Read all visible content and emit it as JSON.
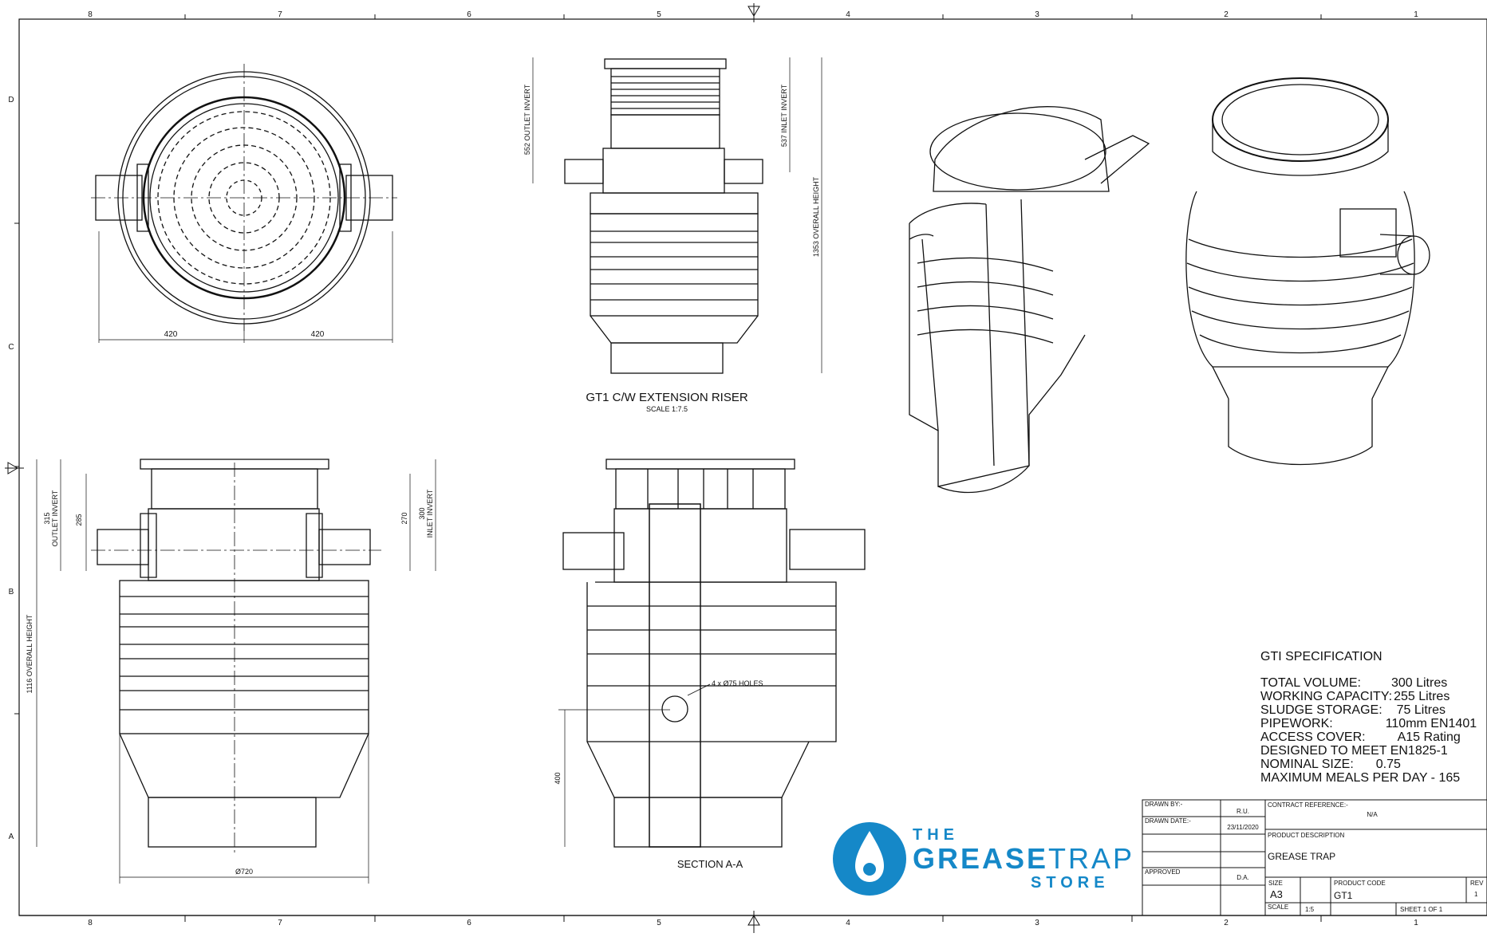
{
  "border": {
    "columns": [
      "8",
      "7",
      "6",
      "5",
      "4",
      "3",
      "2",
      "1"
    ],
    "rows": [
      "D",
      "C",
      "B",
      "A"
    ]
  },
  "top_view": {
    "dim_left": "420",
    "dim_right": "420"
  },
  "riser_view": {
    "dim_outlet": "552 OUTLET INVERT",
    "dim_inlet": "537 INLET INVERT",
    "dim_overall": "1353 OVERALL HEIGHT",
    "title": "GT1 C/W EXTENSION RISER",
    "scale": "SCALE 1:7.5"
  },
  "side_view": {
    "dim_outlet_value": "315",
    "dim_outlet_label": "OUTLET INVERT",
    "dim_285": "285",
    "dim_270": "270",
    "dim_inlet_value": "300",
    "dim_inlet_label": "INLET INVERT",
    "dim_overall": "1116 OVERALL HEIGHT",
    "dim_dia": "Ø720"
  },
  "section_view": {
    "holes_note": "4 x Ø75 HOLES",
    "dim_400": "400",
    "title": "SECTION A-A"
  },
  "spec": {
    "title": "GTI SPECIFICATION",
    "rows": [
      {
        "k": "TOTAL VOLUME:",
        "v": "300 Litres"
      },
      {
        "k": "WORKING CAPACITY:",
        "v": "255 Litres"
      },
      {
        "k": "SLUDGE STORAGE:",
        "v": "75 Litres"
      },
      {
        "k": "PIPEWORK:",
        "v": "110mm EN1401"
      },
      {
        "k": "ACCESS COVER:",
        "v": "A15 Rating"
      },
      {
        "k": "DESIGNED TO MEET EN1825-1",
        "v": ""
      },
      {
        "k": "NOMINAL SIZE:",
        "v": "0.75"
      },
      {
        "k": "MAXIMUM MEALS PER DAY - 165",
        "v": ""
      }
    ]
  },
  "logo": {
    "line1": "THE",
    "line2a": "GREASE",
    "line2b": "TRAP",
    "line3": "STORE"
  },
  "title_block": {
    "drawn_by_label": "DRAWN BY:-",
    "drawn_by_value": "R.U.",
    "drawn_date_label": "DRAWN DATE:-",
    "drawn_date_value": "23/11/2020",
    "approved_label": "APPROVED",
    "approved_value": "D.A.",
    "contract_label": "CONTRACT REFERENCE:-",
    "contract_value": "N/A",
    "product_desc_label": "PRODUCT DESCRIPTION",
    "product_desc_value": "GREASE TRAP",
    "size_label": "SIZE",
    "size_value": "A3",
    "product_code_label": "PRODUCT CODE",
    "product_code_value": "GT1",
    "rev_label": "REV",
    "rev_value": "1",
    "scale_label": "SCALE",
    "scale_value": "1:5",
    "sheet_label": "SHEET 1  OF 1"
  },
  "colors": {
    "line": "#111111",
    "logo_blue": "#1588c8"
  }
}
